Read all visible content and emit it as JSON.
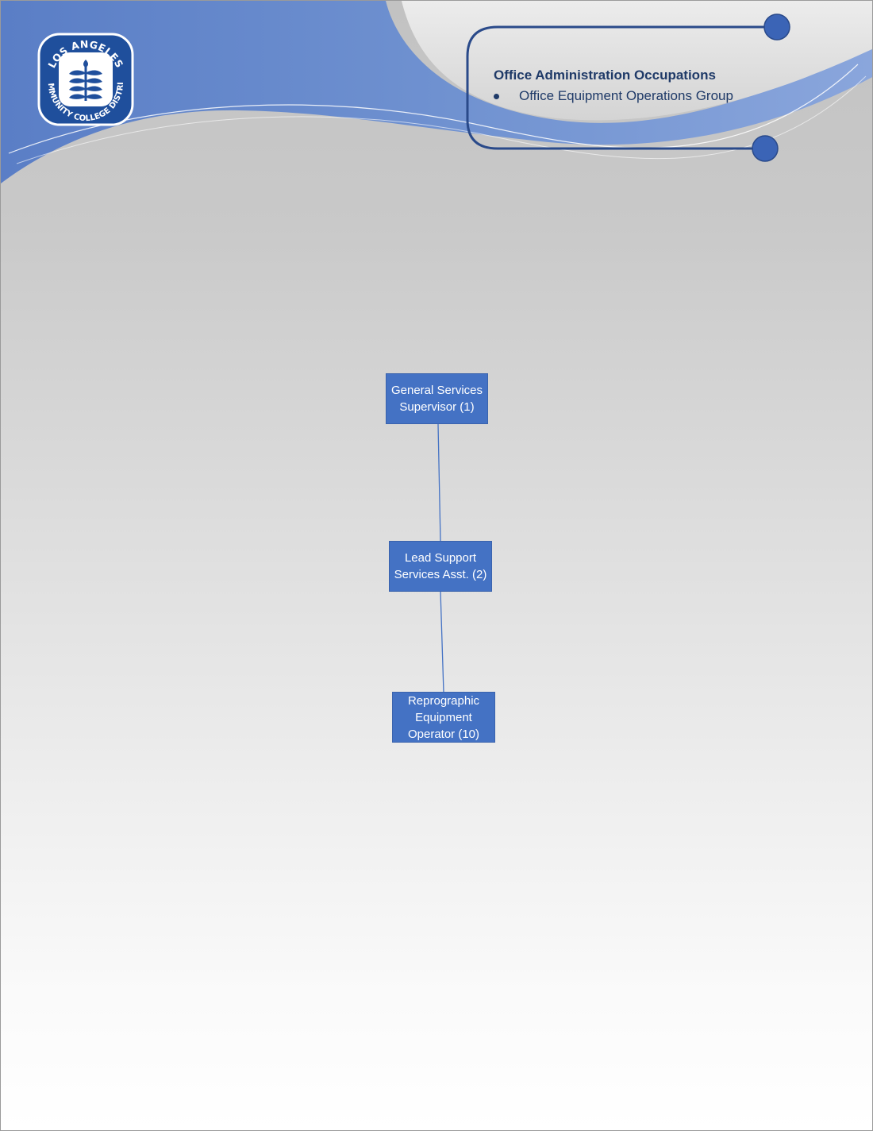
{
  "header": {
    "logo_text_top": "LOS ANGELES",
    "logo_text_bottom": "COMMUNITY COLLEGE DISTRICT",
    "title": "Office Administration Occupations",
    "bullet": "Office Equipment Operations Group"
  },
  "org_chart": {
    "nodes": [
      {
        "id": "n1",
        "label": "General Services Supervisor (1)"
      },
      {
        "id": "n2",
        "label": "Lead Support Services Asst. (2)"
      },
      {
        "id": "n3",
        "label": "Reprographic Equipment Operator (10)"
      }
    ],
    "edges": [
      {
        "from": "n1",
        "to": "n2"
      },
      {
        "from": "n2",
        "to": "n3"
      }
    ]
  },
  "colors": {
    "node_fill": "#4472c4",
    "connector": "#4472c4",
    "header_text": "#1f3a68",
    "header_blue": "#5b80c8"
  }
}
